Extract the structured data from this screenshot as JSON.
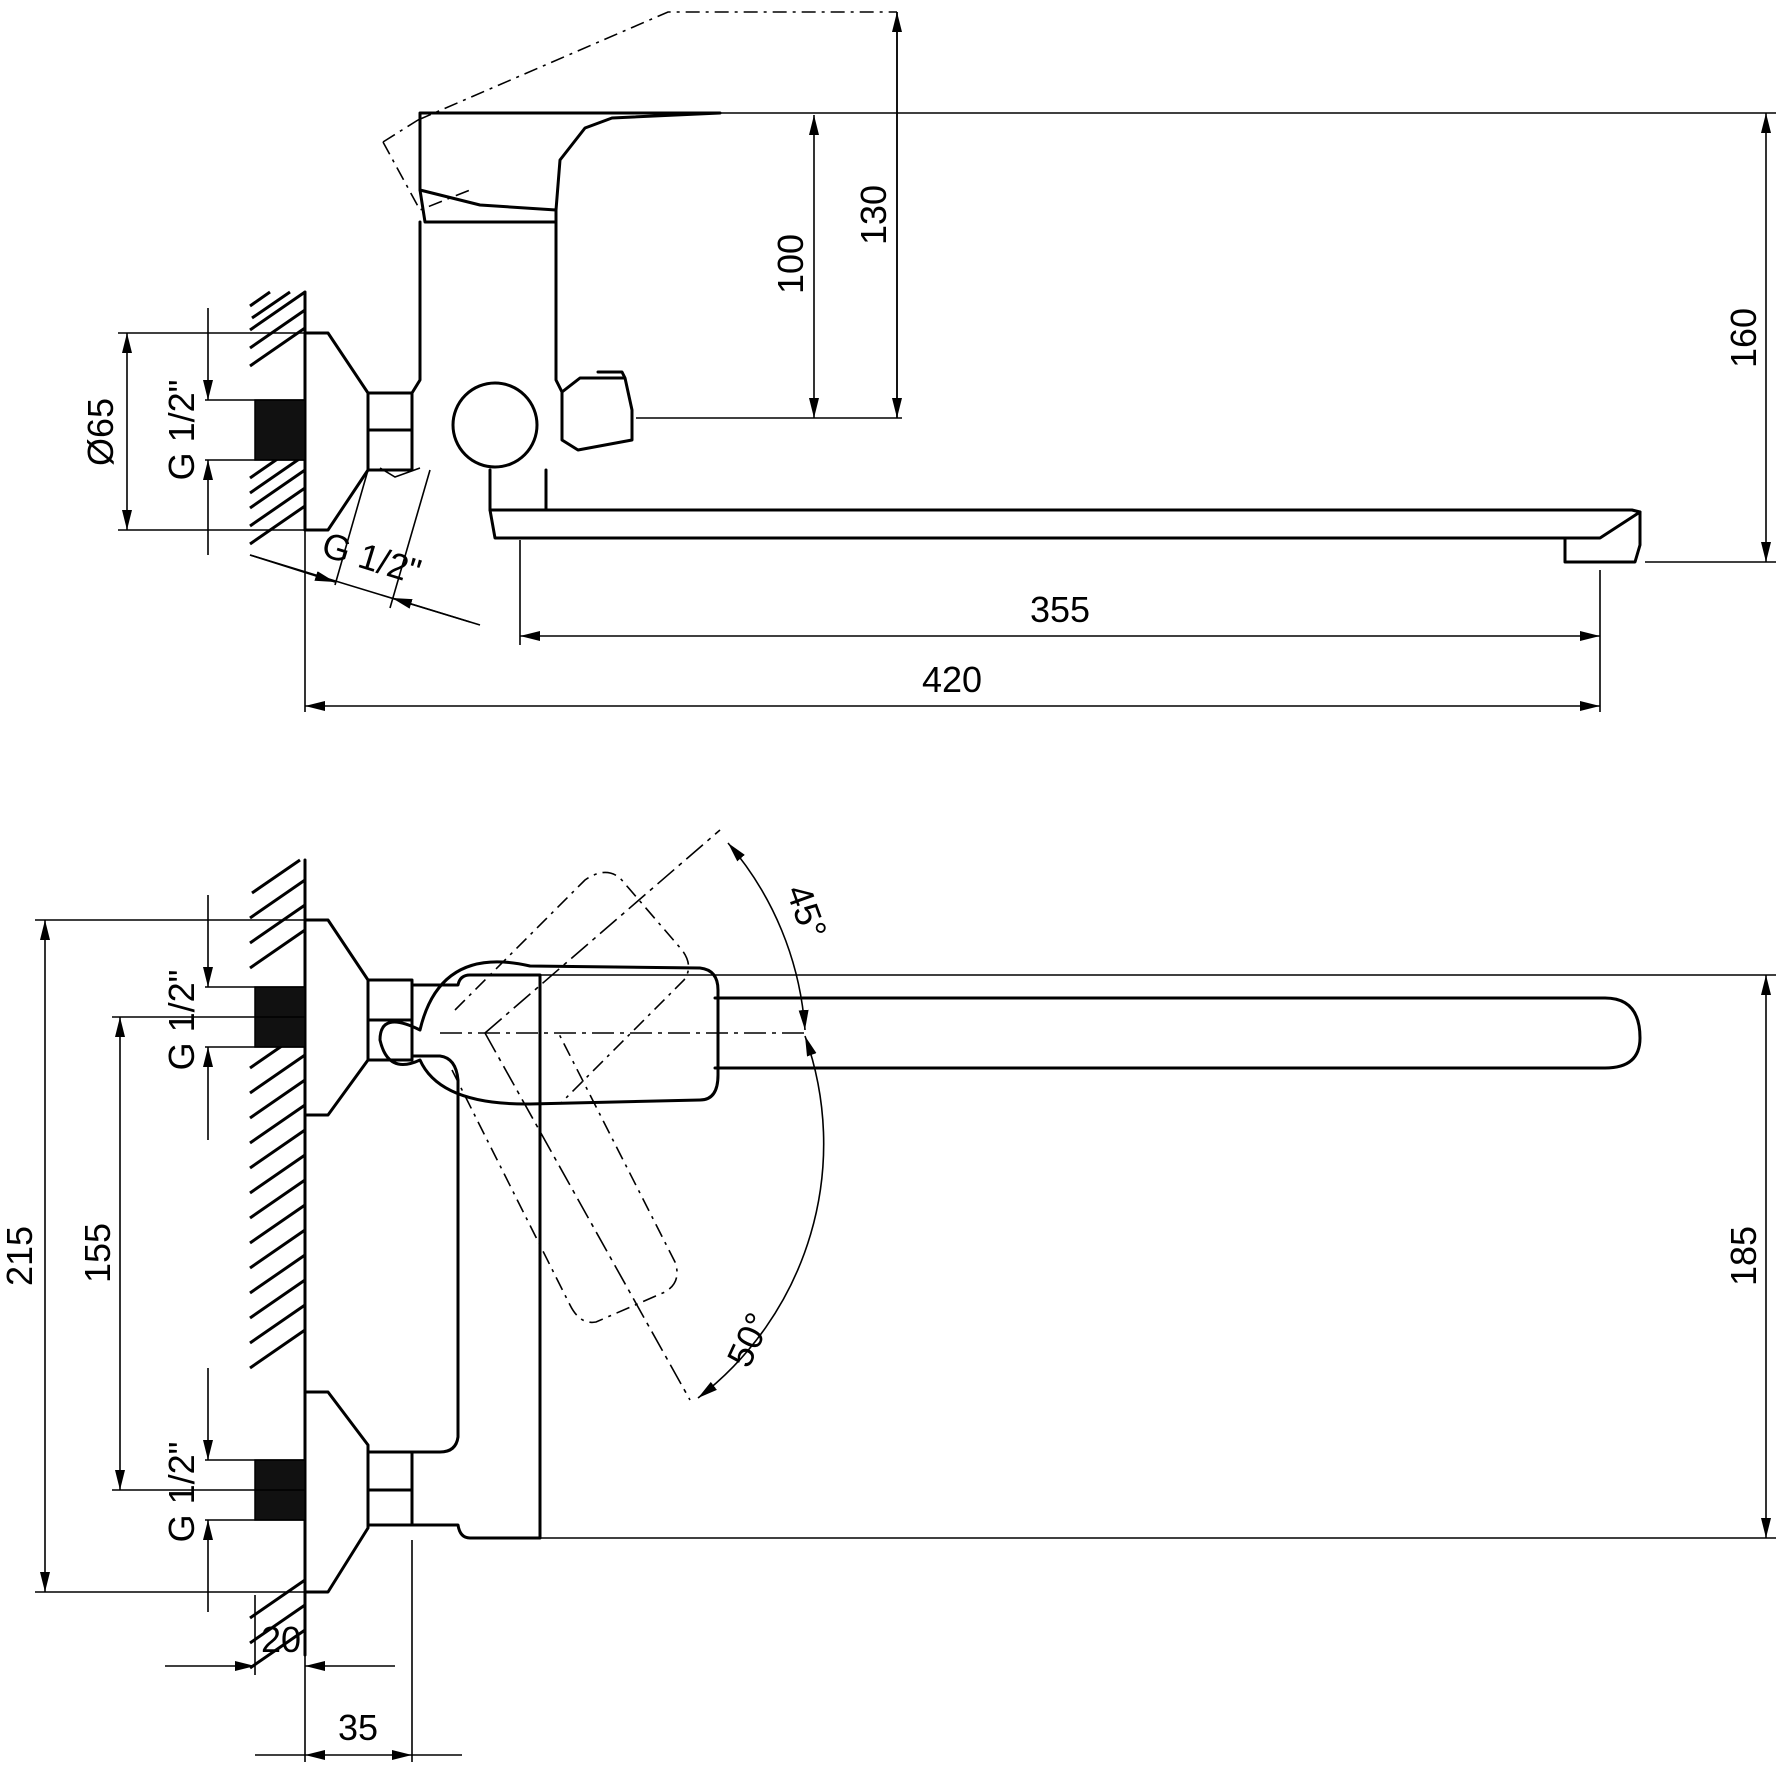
{
  "side_view": {
    "dim_130": "130",
    "dim_100": "100",
    "dim_160": "160",
    "dim_diameter": "Ø65",
    "thread_wall": "G 1/2\"",
    "thread_shower": "G 1/2\"",
    "dim_355": "355",
    "dim_420": "420"
  },
  "top_view": {
    "dim_215": "215",
    "dim_155": "155",
    "dim_185": "185",
    "thread_upper": "G 1/2\"",
    "thread_lower": "G 1/2\"",
    "angle_up": "45°",
    "angle_down": "50°",
    "dim_20": "20",
    "dim_35": "35"
  }
}
